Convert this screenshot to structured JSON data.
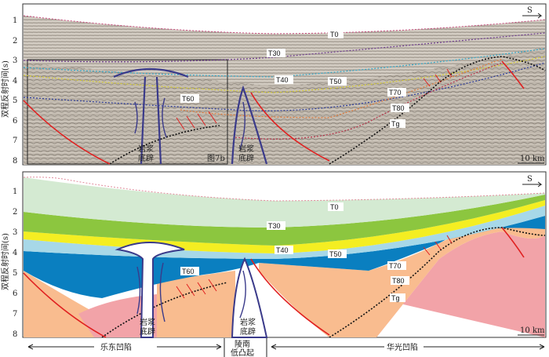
{
  "figure": {
    "direction_marker": "S",
    "scale_bar_label": "10 km",
    "inset_label": "图7b",
    "top": {
      "y_axis_label": "双程反射时间(s)",
      "y_ticks": [
        "1",
        "2",
        "3",
        "4",
        "5",
        "6",
        "7",
        "8"
      ],
      "horizon_labels": [
        "T0",
        "T30",
        "T40",
        "T50",
        "T60",
        "T70",
        "T80",
        "Tg"
      ],
      "intrusion_labels": [
        "岩浆\n底辟",
        "岩浆\n底辟"
      ]
    },
    "bottom": {
      "y_axis_label": "双程反射时间(s)",
      "y_ticks": [
        "1",
        "2",
        "3",
        "4",
        "5",
        "6",
        "7",
        "8"
      ],
      "horizon_labels": [
        "T0",
        "T30",
        "T40",
        "T50",
        "T60",
        "T70",
        "T80",
        "Tg"
      ],
      "intrusion_labels": [
        "岩浆\n底辟",
        "岩浆\n底辟"
      ]
    },
    "regions": {
      "left": "乐东凹陷",
      "middle_line1": "陵南",
      "middle_line2": "低凸起",
      "right": "华光凹陷"
    },
    "colors": {
      "T0_layer": "#d4ead2",
      "T30_layer": "#8cc63f",
      "T40_layer": "#f4ee22",
      "T50_layer": "#a7d8e8",
      "T60_layer": "#0a7fc0",
      "T70_layer": "#f9bc8f",
      "T80_layer": "#f2a3a8",
      "fault": "#e02020",
      "diapir": "#3a3a8a"
    }
  }
}
